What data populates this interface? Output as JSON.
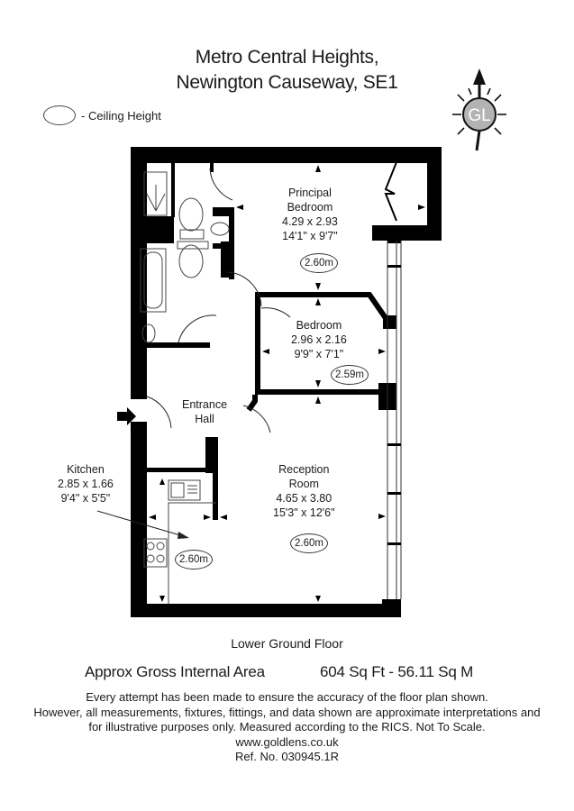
{
  "header": {
    "title_line1": "Metro Central Heights,",
    "title_line2": "Newington Causeway, SE1"
  },
  "legend": {
    "symbol": "ceiling-height-oval",
    "label": "- Ceiling Height"
  },
  "compass": {
    "icon": "north-arrow-compass-icon",
    "logo_text": "GL",
    "logo_color": "#b3b3b3"
  },
  "rooms": [
    {
      "name_lines": [
        "Principal",
        "Bedroom"
      ],
      "metric": "4.29 x 2.93",
      "imperial": "14'1\" x 9'7\"",
      "ceiling": "2.60m"
    },
    {
      "name_lines": [
        "Bedroom"
      ],
      "metric": "2.96 x 2.16",
      "imperial": "9'9\" x 7'1\"",
      "ceiling": "2.59m"
    },
    {
      "name_lines": [
        "Entrance",
        "Hall"
      ]
    },
    {
      "name_lines": [
        "Kitchen"
      ],
      "metric": "2.85 x 1.66",
      "imperial": "9'4\" x 5'5\"",
      "ceiling": "2.60m"
    },
    {
      "name_lines": [
        "Reception",
        "Room"
      ],
      "metric": "4.65 x 3.80",
      "imperial": "15'3\" x 12'6\"",
      "ceiling": "2.60m"
    }
  ],
  "floor": {
    "name": "Lower Ground Floor"
  },
  "area": {
    "label": "Approx Gross Internal Area",
    "value": "604 Sq Ft  - 56.11 Sq M"
  },
  "disclaimer": {
    "lines": [
      "Every attempt has been made to ensure the accuracy of the floor plan shown.",
      "However, all measurements, fixtures, fittings, and data shown are approximate interpretations and",
      "for illustrative purposes only. Measured according to the RICS. Not To Scale.",
      "www.goldlens.co.uk",
      "Ref. No. 030945.1R"
    ]
  },
  "colors": {
    "wall": "#000000",
    "line": "#1a1a1a",
    "background": "#ffffff"
  }
}
